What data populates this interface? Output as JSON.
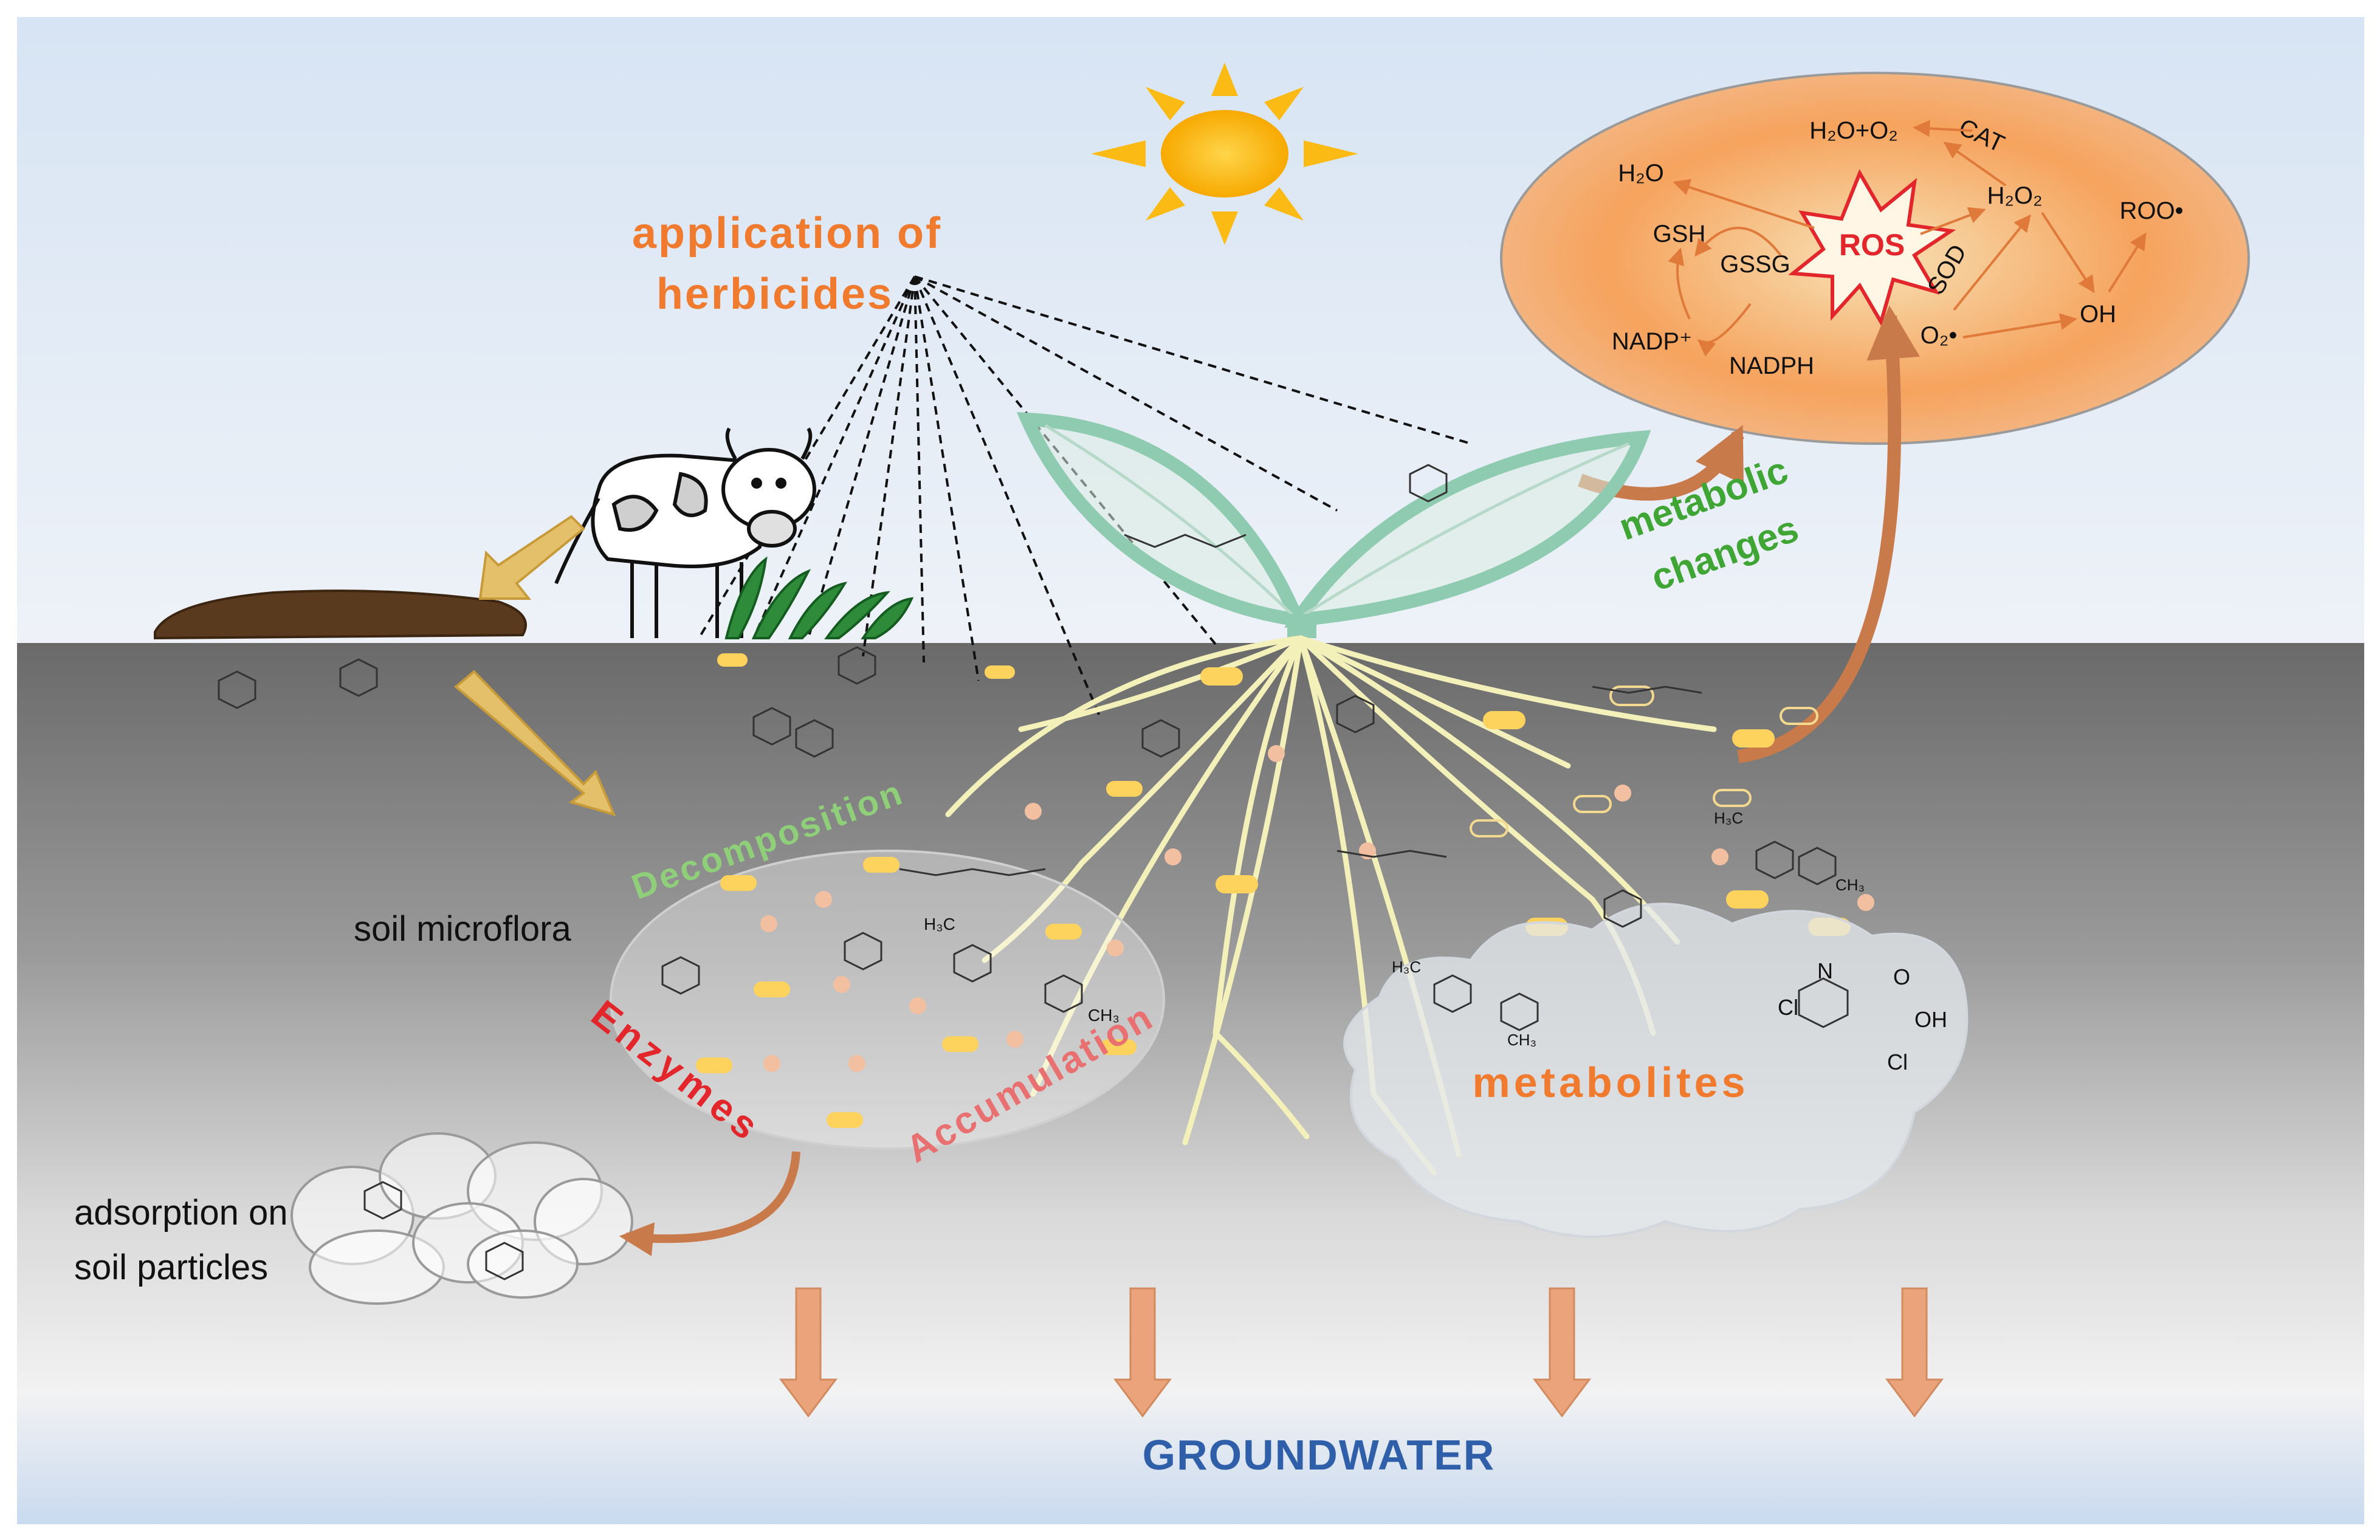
{
  "labels": {
    "application": [
      "application of",
      "herbicides"
    ],
    "metabolic": [
      "metabolic",
      "changes"
    ],
    "decomposition": "Decomposition",
    "soil_microflora": "soil microflora",
    "enzymes": "Enzymes",
    "accumulation": "Accumulation",
    "metabolites": "metabolites",
    "adsorption": [
      "adsorption on",
      "soil particles"
    ],
    "groundwater": "GROUNDWATER"
  },
  "ros_cycle": {
    "center": "ROS",
    "h2o": "H₂O",
    "h2o_o2": "H₂O+O₂",
    "cat": "CAT",
    "h2o2": "H₂O₂",
    "roo": "ROO•",
    "gsh": "GSH",
    "gssg": "GSSG",
    "sod": "SOD",
    "oh": "OH",
    "nadp": "NADP⁺",
    "nadph": "NADPH",
    "o2": "O₂•"
  },
  "molecule_labels": {
    "cl": "Cl",
    "n": "N",
    "o": "O",
    "oh": "OH",
    "h3c": "H₃C",
    "ch3": "CH₃"
  },
  "colors": {
    "sky_top": "#dde8f4",
    "soil_top": "#6e6e6e",
    "ground_bottom": "#ffffff",
    "orange_text": "#f07a2e",
    "green_text": "#3fa535",
    "red_text": "#e3262b",
    "blue_text": "#2f5fa8",
    "leaf": "#8fcbb0",
    "root": "#f3f0b9",
    "sun": "#fcbb14",
    "arrow_orange": "#e89a66"
  }
}
